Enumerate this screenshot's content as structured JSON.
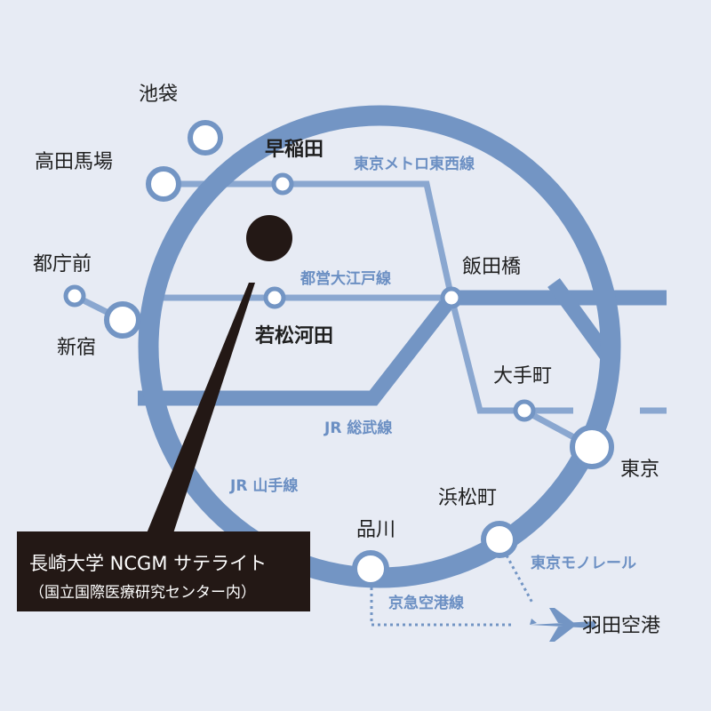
{
  "colors": {
    "background": "#e7ebf4",
    "line": "#7395c4",
    "line_light": "#8aa7d0",
    "label_blue": "#6b8fc3",
    "station_fill": "#ffffff",
    "marker": "#231815",
    "callout_bg": "#231815",
    "callout_text": "#ffffff"
  },
  "stations": {
    "ikebukuro": "池袋",
    "takadanobaba": "高田馬場",
    "waseda": "早稲田",
    "tochomae": "都庁前",
    "shinjuku": "新宿",
    "wakamatsu_kawada": "若松河田",
    "iidabashi": "飯田橋",
    "otemachi": "大手町",
    "tokyo": "東京",
    "hamamatsucho": "浜松町",
    "shinagawa": "品川",
    "haneda_airport": "羽田空港"
  },
  "lines": {
    "tokyo_metro_tozai": "東京メトロ東西線",
    "toei_oedo": "都営大江戸線",
    "jr_sobu": "JR 総武線",
    "jr_yamanote": "JR 山手線",
    "tokyo_monorail": "東京モノレール",
    "keikyu_airport": "京急空港線"
  },
  "callout": {
    "title": "長崎大学 NCGM サテライト",
    "subtitle": "（国立国際医療研究センター内）"
  },
  "icons": {
    "airport": "airplane-icon",
    "location": "location-marker-icon"
  }
}
